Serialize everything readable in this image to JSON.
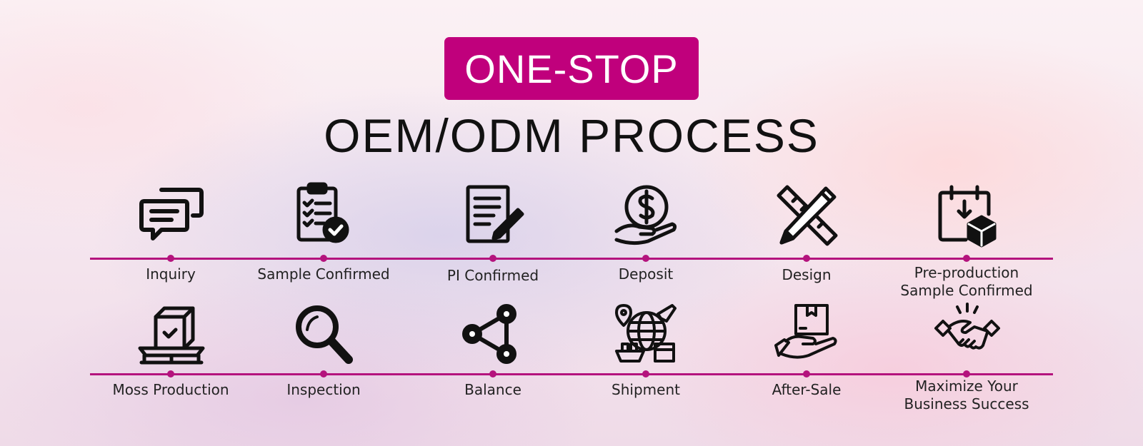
{
  "badge": {
    "text": "ONE-STOP"
  },
  "title": "OEM/ODM PROCESS",
  "colors": {
    "accent": "#c0007c",
    "line": "#b4137d",
    "text": "#111111"
  },
  "steps": [
    {
      "label": "Inquiry",
      "icon": "chat-bubbles-icon"
    },
    {
      "label": "Sample Confirmed",
      "icon": "clipboard-check-icon"
    },
    {
      "label": "PI Confirmed",
      "icon": "document-edit-icon"
    },
    {
      "label": "Deposit",
      "icon": "hand-dollar-icon"
    },
    {
      "label": "Design",
      "icon": "pencil-ruler-icon"
    },
    {
      "label": "Pre-production\nSample Confirmed",
      "icon": "calendar-box-icon"
    },
    {
      "label": "Moss Production",
      "icon": "pallet-box-icon"
    },
    {
      "label": "Inspection",
      "icon": "magnifier-icon"
    },
    {
      "label": "Balance",
      "icon": "share-nodes-icon"
    },
    {
      "label": "Shipment",
      "icon": "global-shipping-icon"
    },
    {
      "label": "After-Sale",
      "icon": "hand-box-icon"
    },
    {
      "label": "Maximize Your\nBusiness Success",
      "icon": "handshake-icon"
    }
  ]
}
